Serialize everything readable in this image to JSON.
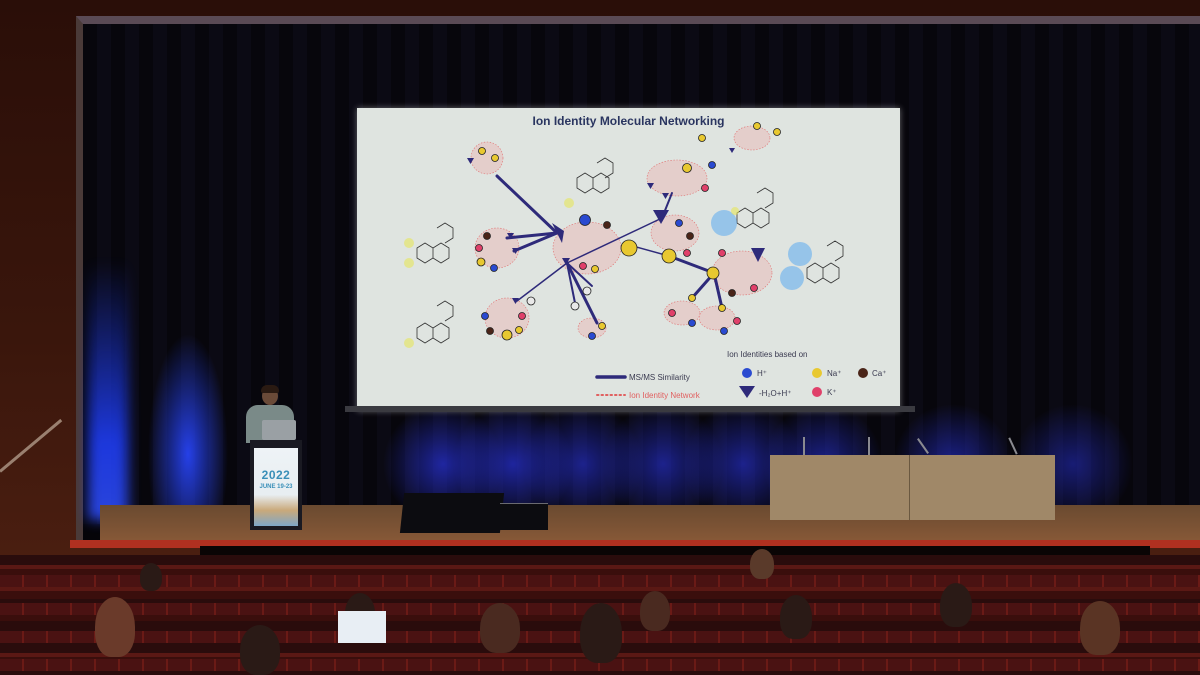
{
  "scene": {
    "description": "Conference talk in an auditorium; speaker at podium presenting a slide on a projection screen; audience seated in red seats",
    "accent_colors": {
      "stage_blue_light": "#2040ff",
      "seat_red": "#6a1a16",
      "screen_bg": "#dfe4e0"
    }
  },
  "slide": {
    "title": "Ion Identity Molecular Networking",
    "legend": {
      "line_items": [
        {
          "label": "MS/MS Similarity",
          "style": "solid",
          "color": "#2e2a7a"
        },
        {
          "label": "Ion Identity Network",
          "style": "dotted",
          "color": "#e06060"
        }
      ],
      "ion_heading": "Ion Identities based on",
      "ions": [
        {
          "label": "H⁺",
          "shape": "circle",
          "color": "#2a4ad0"
        },
        {
          "label": "Na⁺",
          "shape": "circle",
          "color": "#e8c830"
        },
        {
          "label": "Ca⁺",
          "shape": "circle",
          "color": "#4a2418"
        },
        {
          "label": "-H₂O+H⁺",
          "shape": "arrowhead",
          "color": "#2e2a7a"
        },
        {
          "label": "K⁺",
          "shape": "circle",
          "color": "#e0406a"
        }
      ]
    }
  },
  "podium": {
    "year": "2022",
    "dates": "JUNE 19-23"
  }
}
